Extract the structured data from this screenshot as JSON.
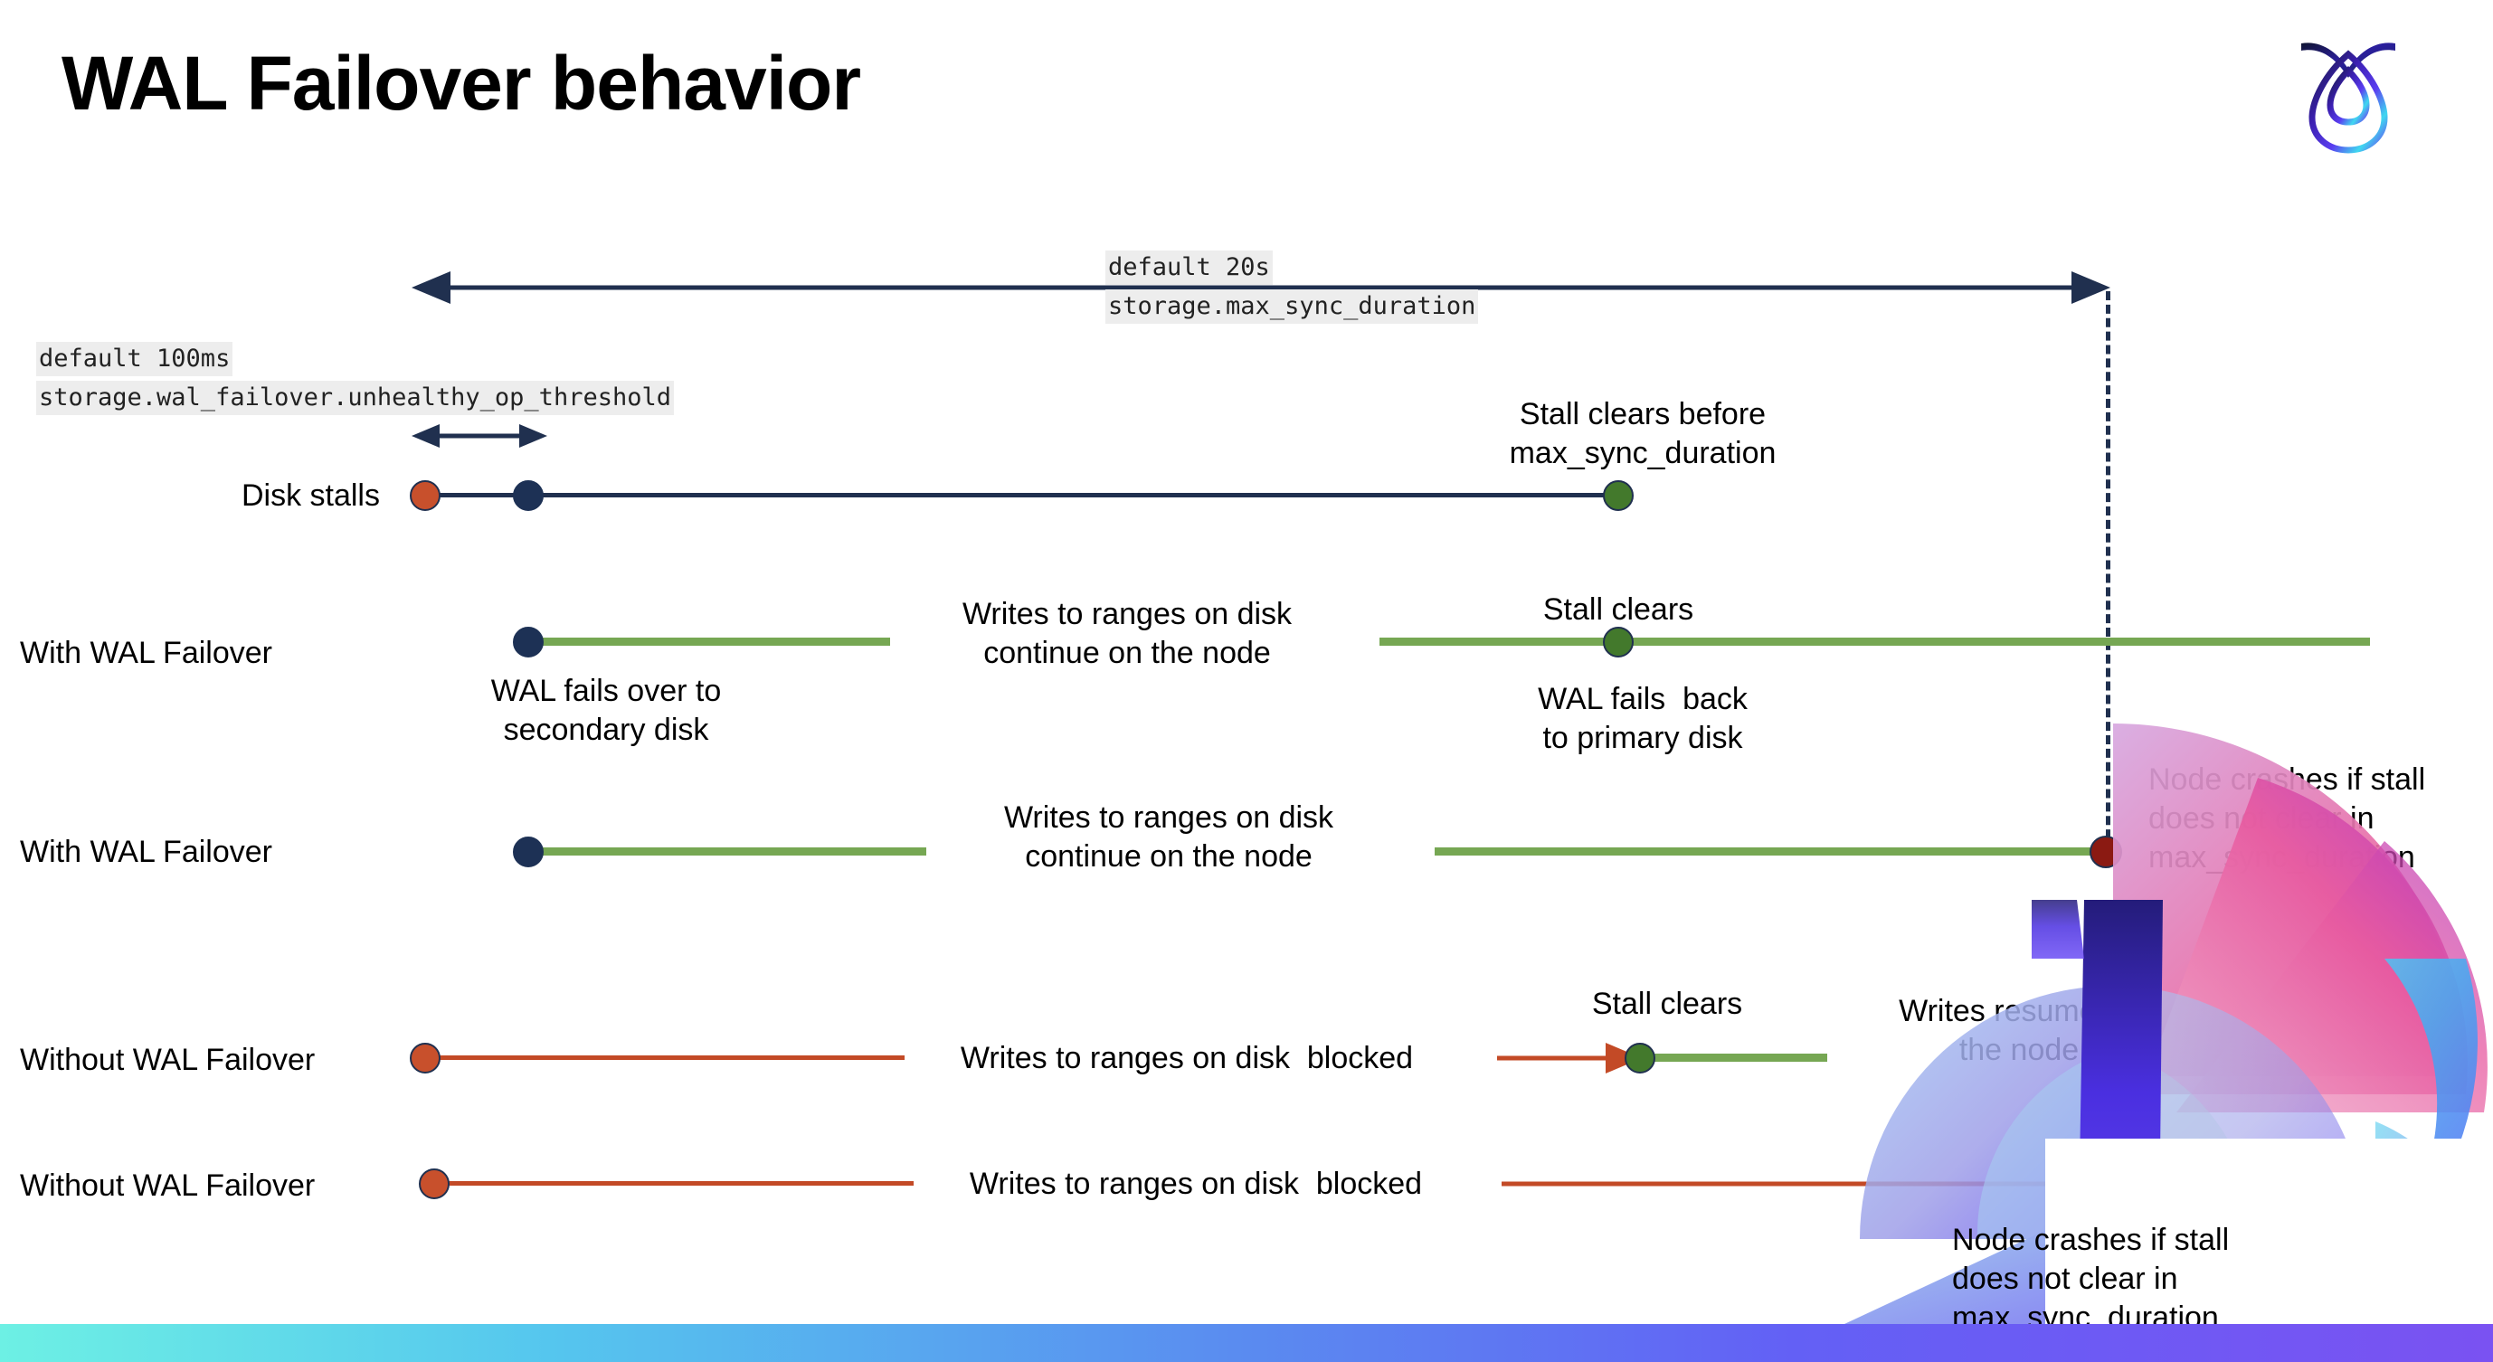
{
  "slide": {
    "title": "WAL Failover behavior",
    "logo_name": "cockroachdb-logo"
  },
  "annotations": {
    "max_sync_default": "default 20s",
    "max_sync_setting": "storage.max_sync_duration",
    "unhealthy_default": "default 100ms",
    "unhealthy_setting": "storage.wal_failover.unhealthy_op_threshold"
  },
  "rows": {
    "disk_stalls": {
      "label": "Disk stalls",
      "note": "Stall clears before\nmax_sync_duration"
    },
    "with_failover_1": {
      "label": "With WAL Failover",
      "note_start": "WAL fails over to\nsecondary disk",
      "note_mid": "Writes to ranges on disk\ncontinue on the node",
      "note_clear": "Stall clears",
      "note_back": "WAL fails  back\nto primary disk"
    },
    "with_failover_2": {
      "label": "With WAL Failover",
      "note_mid": "Writes to ranges on disk\ncontinue on the node",
      "note_crash": "Node crashes if stall\ndoes not clear in\nmax_sync_duration"
    },
    "without_failover_1": {
      "label": "Without WAL Failover",
      "note_mid": "Writes to ranges on disk  blocked",
      "note_clear": "Stall clears",
      "note_resume": "Writes resume on\nthe node"
    },
    "without_failover_2": {
      "label": "Without WAL Failover",
      "note_mid": "Writes to ranges on disk  blocked",
      "note_crash": "Node crashes if stall\ndoes not clear in\nmax_sync_duration"
    }
  },
  "colors": {
    "navy": "#20304f",
    "green_line": "#76a753",
    "green_dot": "#43792c",
    "orange_line": "#c34a26",
    "orange_dot": "#c8502c",
    "dark_red_dot": "#8b1a12",
    "code_chip_bg": "#ededed"
  }
}
